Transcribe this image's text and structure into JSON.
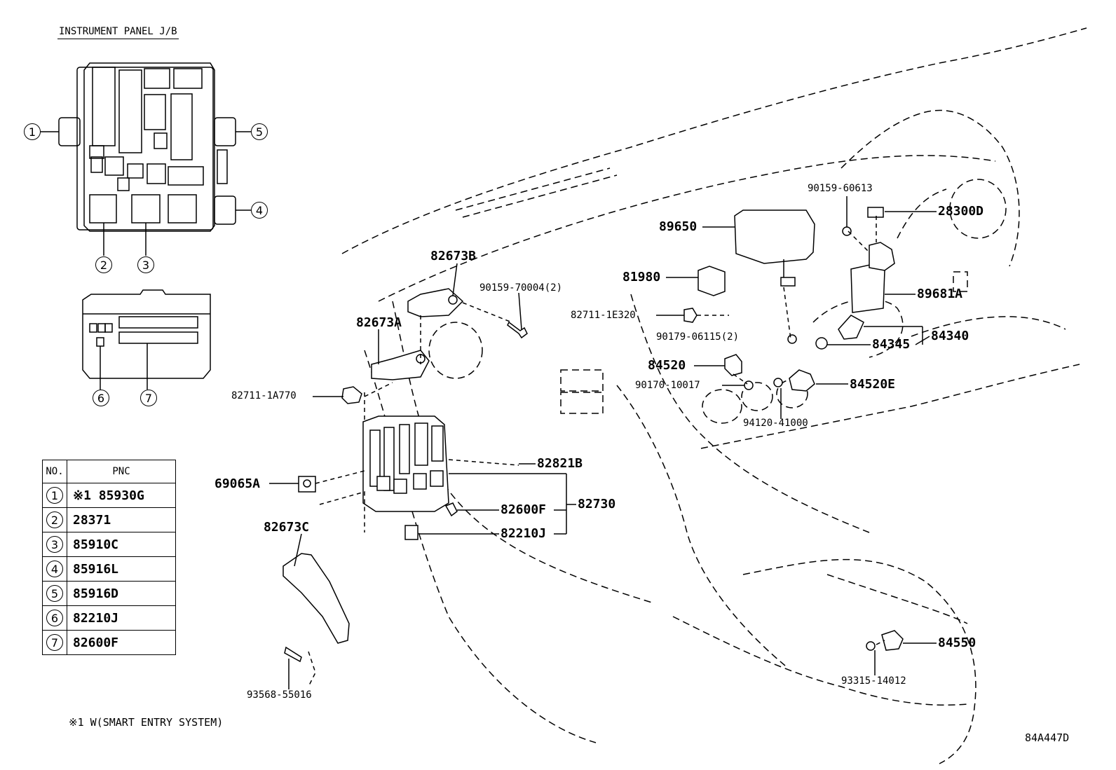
{
  "title": "INSTRUMENT PANEL J/B",
  "callouts": [
    {
      "id": "c1",
      "text": "1"
    },
    {
      "id": "c2",
      "text": "2"
    },
    {
      "id": "c3",
      "text": "3"
    },
    {
      "id": "c4",
      "text": "4"
    },
    {
      "id": "c5",
      "text": "5"
    },
    {
      "id": "c6",
      "text": "6"
    },
    {
      "id": "c7",
      "text": "7"
    }
  ],
  "table": {
    "headers": [
      "NO.",
      "PNC"
    ],
    "rows": [
      {
        "no": "1",
        "pnc": "※1 85930G"
      },
      {
        "no": "2",
        "pnc": "28371"
      },
      {
        "no": "3",
        "pnc": "85910C"
      },
      {
        "no": "4",
        "pnc": "85916L"
      },
      {
        "no": "5",
        "pnc": "85916D"
      },
      {
        "no": "6",
        "pnc": "82210J"
      },
      {
        "no": "7",
        "pnc": "82600F"
      }
    ]
  },
  "footnote": "※1 W(SMART ENTRY SYSTEM)",
  "diagram_code": "84A447D",
  "part_labels": {
    "p82673B": "82673B",
    "p90159_70004": "90159-70004(2)",
    "p82673A": "82673A",
    "p82711_1A770": "82711-1A770",
    "p69065A": "69065A",
    "p82673C": "82673C",
    "p93568_55016": "93568-55016",
    "p82821B": "82821B",
    "p82600F": "82600F",
    "p82730": "82730",
    "p82210J": "82210J",
    "p89650": "89650",
    "p81980": "81980",
    "p82711_1E320": "82711-1E320",
    "p90179_06115": "90179-06115(2)",
    "p84520": "84520",
    "p90170_10017": "90170-10017",
    "p94120_41000": "94120-41000",
    "p84520E": "84520E",
    "p90159_60613": "90159-60613",
    "p28300D": "28300D",
    "p89681A": "89681A",
    "p84345": "84345",
    "p84340": "84340",
    "p84550": "84550",
    "p93315_14012": "93315-14012"
  }
}
